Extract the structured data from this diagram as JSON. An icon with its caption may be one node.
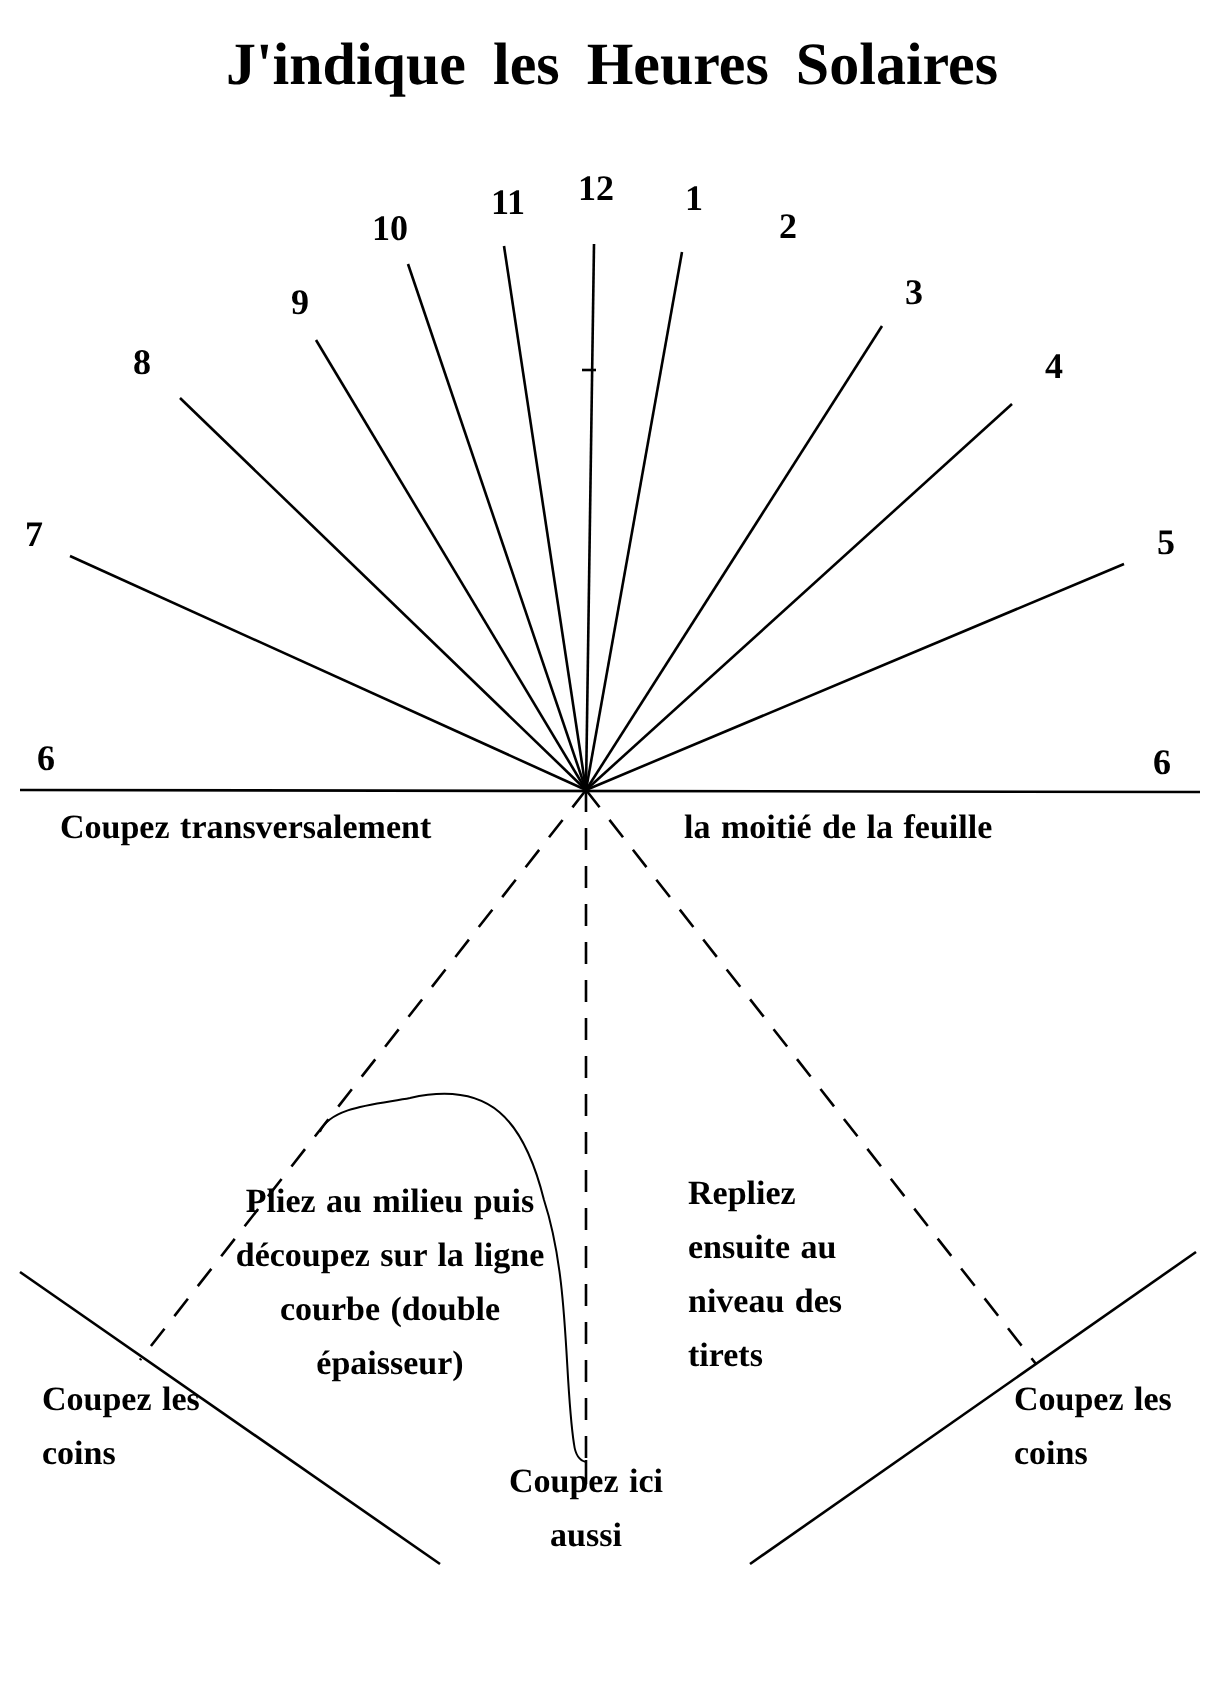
{
  "diagram": {
    "title": "J'indique les Heures Solaires",
    "labels": [
      "10",
      "11",
      "12",
      "1",
      "2",
      "9",
      "3",
      "8",
      "4",
      "7",
      "5",
      "6",
      "6",
      "Coupez transversalement",
      "la moitié de la feuille",
      "Pliez au milieu puis découpez sur la ligne courbe (double épaisseur)",
      "Repliez ensuite au niveau des tirets",
      "Coupez les coins",
      "Coupez les coins",
      "Coupez ici aussi"
    ]
  }
}
